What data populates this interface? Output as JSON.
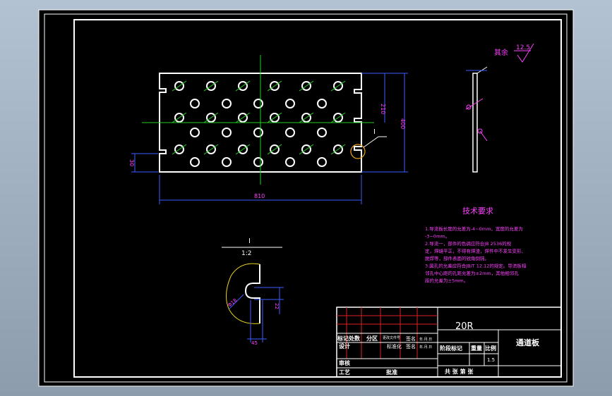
{
  "drawing": {
    "dims": {
      "height_210": "210",
      "height_400": "400",
      "left_30": "30",
      "width_810": "810"
    },
    "section_marker": "I",
    "detail": {
      "label": "I",
      "scale": "1:2",
      "dim_dia": "Φ18",
      "dim_22": "22",
      "dim_45": "45"
    },
    "side_view": {
      "roughness_note": "其余",
      "roughness_value": "12.5"
    },
    "tech_req": {
      "title": "技术要求",
      "lines": [
        "1.导流板长度的允差为-4~0mm，宽度的允差为",
        "  -3~0mm。",
        "2.导流一，部件的色调应符合JB 2536的规",
        "  定，焊缝平正，不得有焊渣，焊件中不发生变形、",
        "  脱焊等，部件表面的锐角倒钝。",
        "3.圆孔的允差应符合JB/T 12.12的规定。导流板相",
        "  邻孔中心距的孔距允差为±2mm，其他相邻孔",
        "  距的允差为±5mm。"
      ]
    },
    "title_block": {
      "material": "20R",
      "part_name": "通道板",
      "row_labels": [
        "标记处数",
        "分区",
        "更改文件号",
        "签名",
        "年.月.日"
      ],
      "design": "设计",
      "std_label": "标准化",
      "sign": "签名",
      "ymd": "年.月.日",
      "stage_mark": "阶段标记",
      "weight": "重量",
      "scale": "比例",
      "scale_value": "1.5",
      "review": "审核",
      "process": "工艺",
      "approve": "批准",
      "sheets": "共   张   第   张"
    }
  }
}
